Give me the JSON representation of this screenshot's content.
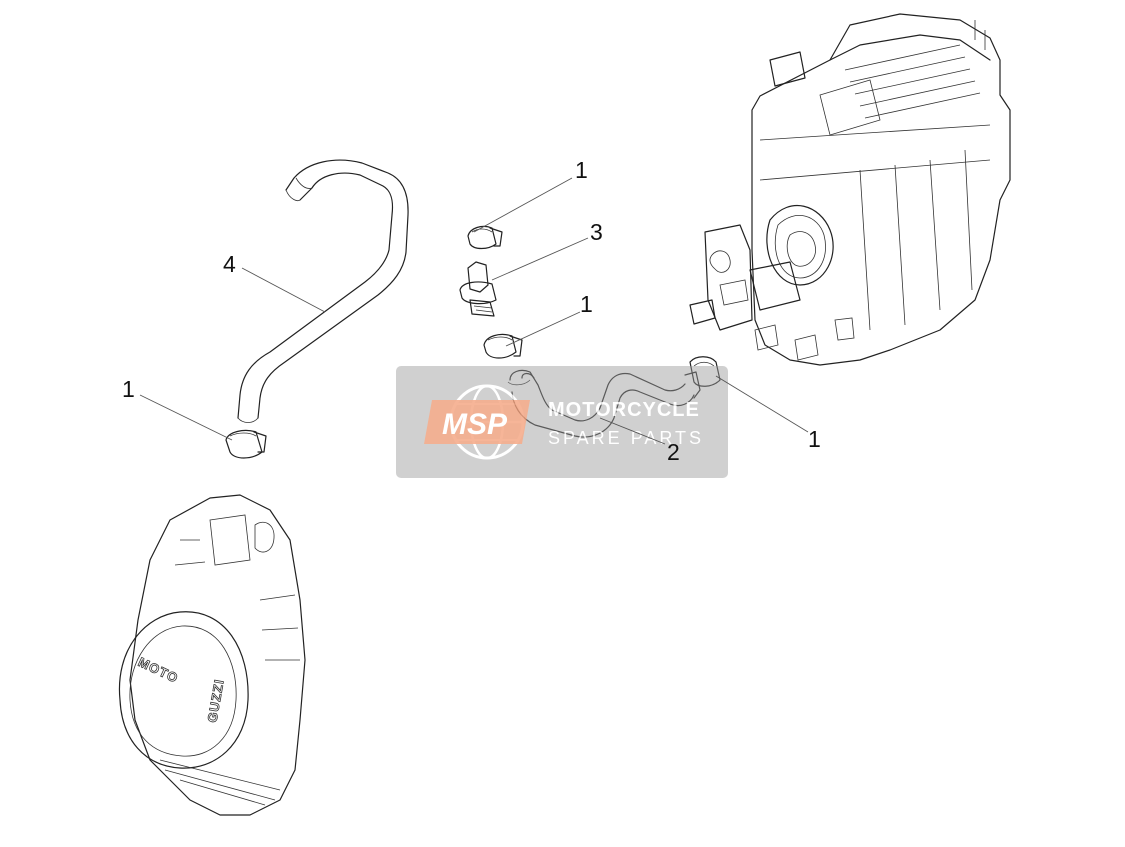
{
  "callouts": [
    {
      "id": "c1a",
      "number": "1"
    },
    {
      "id": "c3",
      "number": "3"
    },
    {
      "id": "c4",
      "number": "4"
    },
    {
      "id": "c1b",
      "number": "1"
    },
    {
      "id": "c1c",
      "number": "1"
    },
    {
      "id": "c2",
      "number": "2"
    },
    {
      "id": "c1d",
      "number": "1"
    }
  ],
  "watermark": {
    "logo": "MSP",
    "title": "MOTORCYCLE",
    "subtitle": "SPARE PARTS",
    "panel_color": "#9a9a9a",
    "logo_color": "#f4a07a"
  },
  "engraving": {
    "left": "MOTO",
    "right": "GUZZI"
  }
}
